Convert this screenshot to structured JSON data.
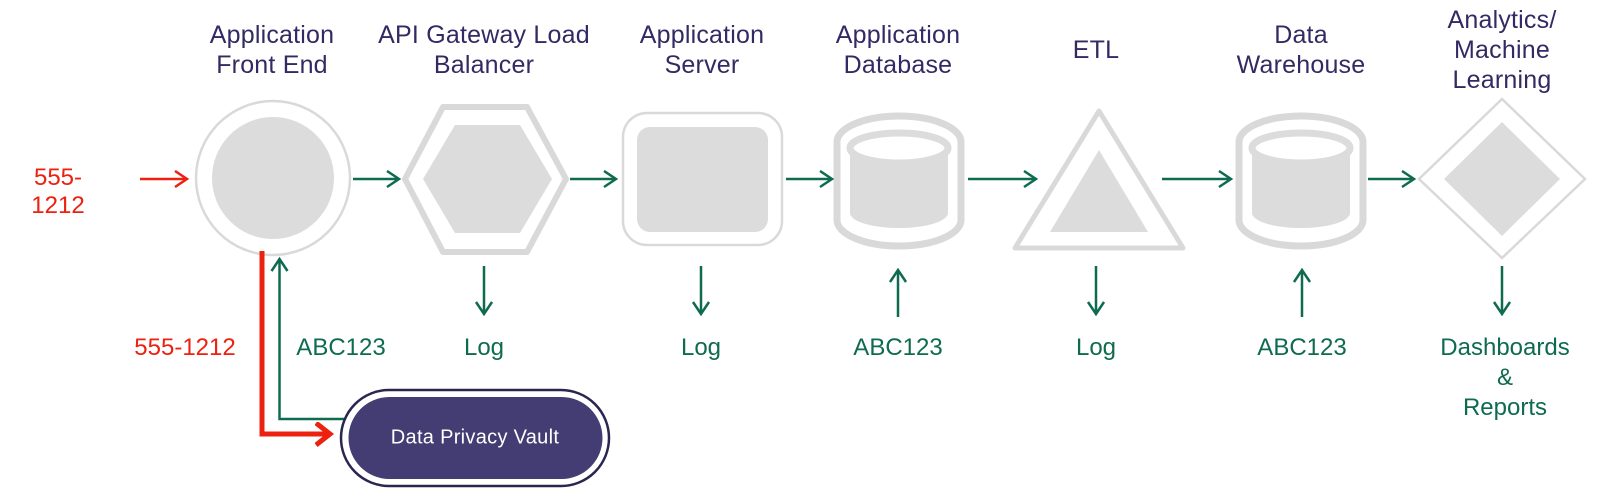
{
  "nodes": [
    {
      "id": "application-front-end",
      "label": "Application\nFront End",
      "shape": "circle"
    },
    {
      "id": "api-gateway-load-balancer",
      "label": "API Gateway Load\nBalancer",
      "shape": "hexagon"
    },
    {
      "id": "application-server",
      "label": "Application\nServer",
      "shape": "rounded-rectangle"
    },
    {
      "id": "application-database",
      "label": "Application\nDatabase",
      "shape": "cylinder"
    },
    {
      "id": "etl",
      "label": "ETL",
      "shape": "triangle"
    },
    {
      "id": "data-warehouse",
      "label": "Data\nWarehouse",
      "shape": "cylinder"
    },
    {
      "id": "analytics-machine-learning",
      "label": "Analytics/\nMachine\nLearning",
      "shape": "diamond"
    }
  ],
  "input": {
    "label": "555-1212"
  },
  "annotations": [
    {
      "node": "api-gateway-load-balancer",
      "direction": "down",
      "label": "Log"
    },
    {
      "node": "application-server",
      "direction": "down",
      "label": "Log"
    },
    {
      "node": "application-database",
      "direction": "up",
      "label": "ABC123"
    },
    {
      "node": "etl",
      "direction": "down",
      "label": "Log"
    },
    {
      "node": "data-warehouse",
      "direction": "up",
      "label": "ABC123"
    },
    {
      "node": "analytics-machine-learning",
      "direction": "down",
      "label": "Dashboards &\nReports"
    }
  ],
  "vault": {
    "label": "Data Privacy Vault",
    "request_label": "555-1212",
    "response_label": "ABC123"
  },
  "colors": {
    "sensitive_red": "#ec2110",
    "token_green": "#0e6b4f",
    "heading_navy": "#312a63",
    "vault_fill": "#433d73",
    "vault_border": "#2b2551",
    "shape_fill": "#dcdcdc",
    "shape_outline": "#d9d9d9"
  }
}
